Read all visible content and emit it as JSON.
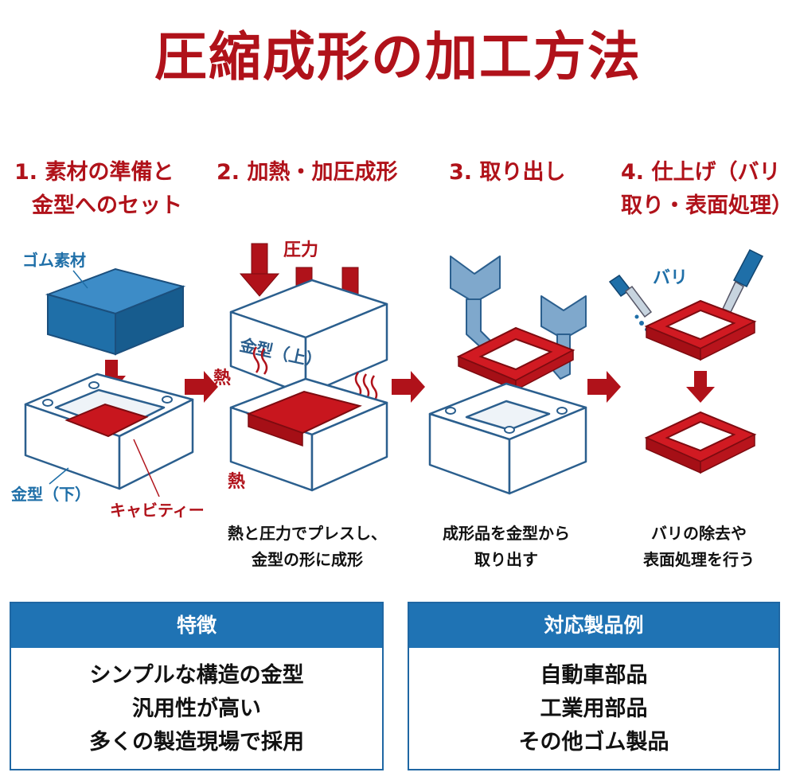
{
  "title": "圧縮成形の加工方法",
  "steps": [
    {
      "heading_line1": "1. 素材の準備と",
      "heading_line2": "金型へのセット"
    },
    {
      "heading_line1": "2. 加熱・加圧成形",
      "heading_line2": ""
    },
    {
      "heading_line1": "3. 取り出し",
      "heading_line2": ""
    },
    {
      "heading_line1": "4. 仕上げ（バリ",
      "heading_line2": "取り・表面処理）"
    }
  ],
  "labels": {
    "rubber": "ゴム素材",
    "lower_mold": "金型（下）",
    "cavity": "キャビティー",
    "pressure": "圧力",
    "upper_mold": "金型（上）",
    "heat_top": "熱",
    "heat_bottom": "熱",
    "burr": "バリ"
  },
  "captions": {
    "step2_line1": "熱と圧力でプレスし、",
    "step2_line2": "金型の形に成形",
    "step3_line1": "成形品を金型から",
    "step3_line2": "取り出す",
    "step4_line1": "バリの除去や",
    "step4_line2": "表面処理を行う"
  },
  "features": {
    "title": "特徴",
    "items": [
      "シンプルな構造の金型",
      "汎用性が高い",
      "多くの製造現場で採用"
    ]
  },
  "products": {
    "title": "対応製品例",
    "items": [
      "自動車部品",
      "工業用部品",
      "その他ゴム製品"
    ]
  },
  "colors": {
    "accent_red": "#b0121a",
    "panel_blue": "#1f73b4",
    "mold_outline": "#2b5f8e",
    "rubber_blue": "#1f6fa8"
  }
}
